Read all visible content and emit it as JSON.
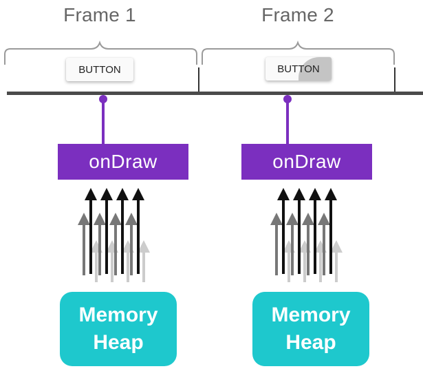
{
  "frames": [
    {
      "label": "Frame 1",
      "button_label": "BUTTON",
      "method_label": "onDraw",
      "heap_label": "Memory Heap"
    },
    {
      "label": "Frame 2",
      "button_label": "BUTTON",
      "method_label": "onDraw",
      "heap_label": "Memory Heap"
    }
  ],
  "colors": {
    "timeline": "#4a4a4a",
    "method": "#7b2fbf",
    "heap": "#1ec8cd",
    "label": "#666666",
    "arrow_dark": "#111111",
    "arrow_mid": "#777777",
    "arrow_light": "#cccccc"
  }
}
